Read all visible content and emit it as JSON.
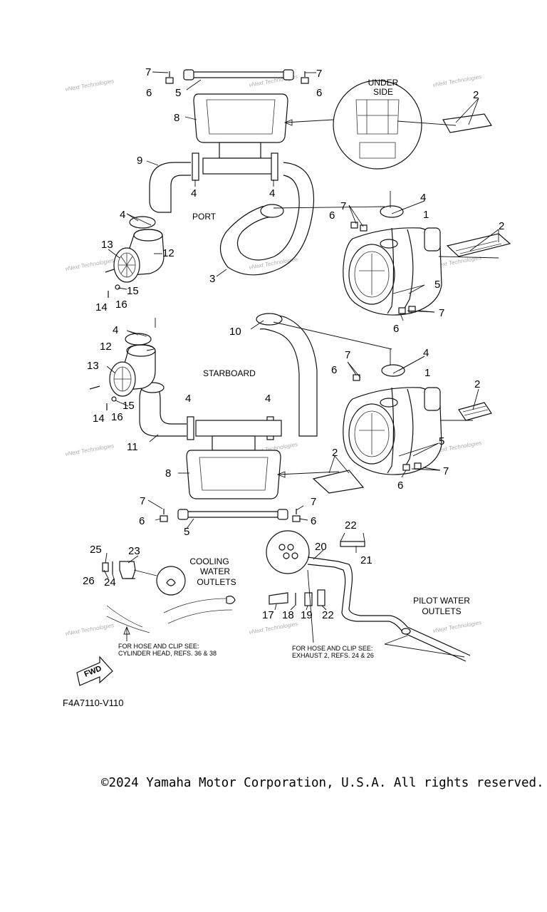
{
  "callouts": {
    "n1": "1",
    "n2": "2",
    "n3": "3",
    "n4": "4",
    "n5": "5",
    "n6": "6",
    "n7": "7",
    "n8": "8",
    "n9": "9",
    "n10": "10",
    "n11": "11",
    "n12": "12",
    "n13": "13",
    "n14": "14",
    "n15": "15",
    "n16": "16",
    "n17": "17",
    "n18": "18",
    "n19": "19",
    "n20": "20",
    "n21": "21",
    "n22": "22",
    "n23": "23",
    "n24": "24",
    "n25": "25",
    "n26": "26"
  },
  "labels": {
    "under_side_1": "UNDER",
    "under_side_2": "SIDE",
    "port": "PORT",
    "starboard": "STARBOARD",
    "cooling_1": "COOLING",
    "cooling_2": "WATER",
    "cooling_3": "OUTLETS",
    "pilot_1": "PILOT WATER",
    "pilot_2": "OUTLETS",
    "hose_left_1": "FOR HOSE AND CLIP SEE:",
    "hose_left_2": "CYLINDER HEAD, REFS. 36 & 38",
    "hose_right_1": "FOR HOSE AND CLIP SEE:",
    "hose_right_2": "EXHAUST 2, REFS.  24 & 26",
    "fwd": "FWD",
    "diagram_code": "F4A7110-V110"
  },
  "watermark": "vNext Technologies",
  "copyright": "©2024 Yamaha Motor Corporation, U.S.A. All rights reserved."
}
